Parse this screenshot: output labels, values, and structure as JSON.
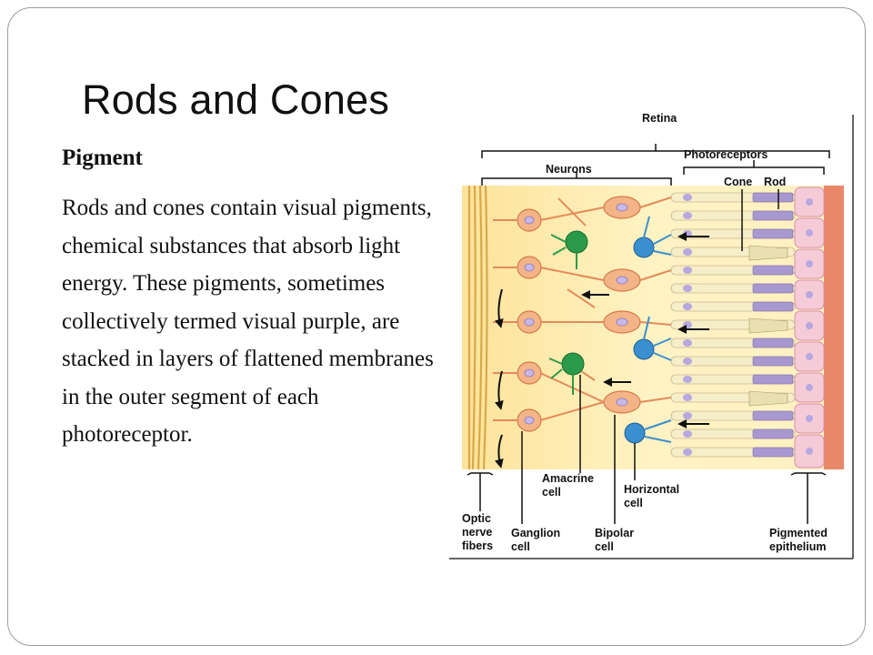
{
  "slide": {
    "title": "Rods and Cones",
    "subheading": "Pigment",
    "body": "Rods and cones contain visual pigments, chemical substances that absorb light energy. These pigments, sometimes collectively termed visual purple, are stacked in layers of flattened membranes in the outer segment of each photoreceptor."
  },
  "diagram": {
    "labels": {
      "retina": "Retina",
      "photoreceptors": "Photoreceptors",
      "neurons": "Neurons",
      "cone": "Cone",
      "rod": "Rod",
      "amacrine": [
        "Amacrine",
        "cell"
      ],
      "horizontal": [
        "Horizontal",
        "cell"
      ],
      "optic": [
        "Optic",
        "nerve",
        "fibers"
      ],
      "ganglion": [
        "Ganglion",
        "cell"
      ],
      "bipolar": [
        "Bipolar",
        "cell"
      ],
      "pigmented": [
        "Pigmented",
        "epithelium"
      ]
    },
    "colors": {
      "background": "#fde9a0",
      "nerve_fibers": "#e8b858",
      "neuron": "#f0a070",
      "amacrine": "#2a9a4a",
      "horizontal": "#3a8fd0",
      "photoreceptor": "#f6eec8",
      "rod_disc": "#9c8cc8",
      "epithelium": "#f0c0d0",
      "epithelium_edge": "#e88868",
      "nucleus": "#b8a8e0"
    }
  }
}
